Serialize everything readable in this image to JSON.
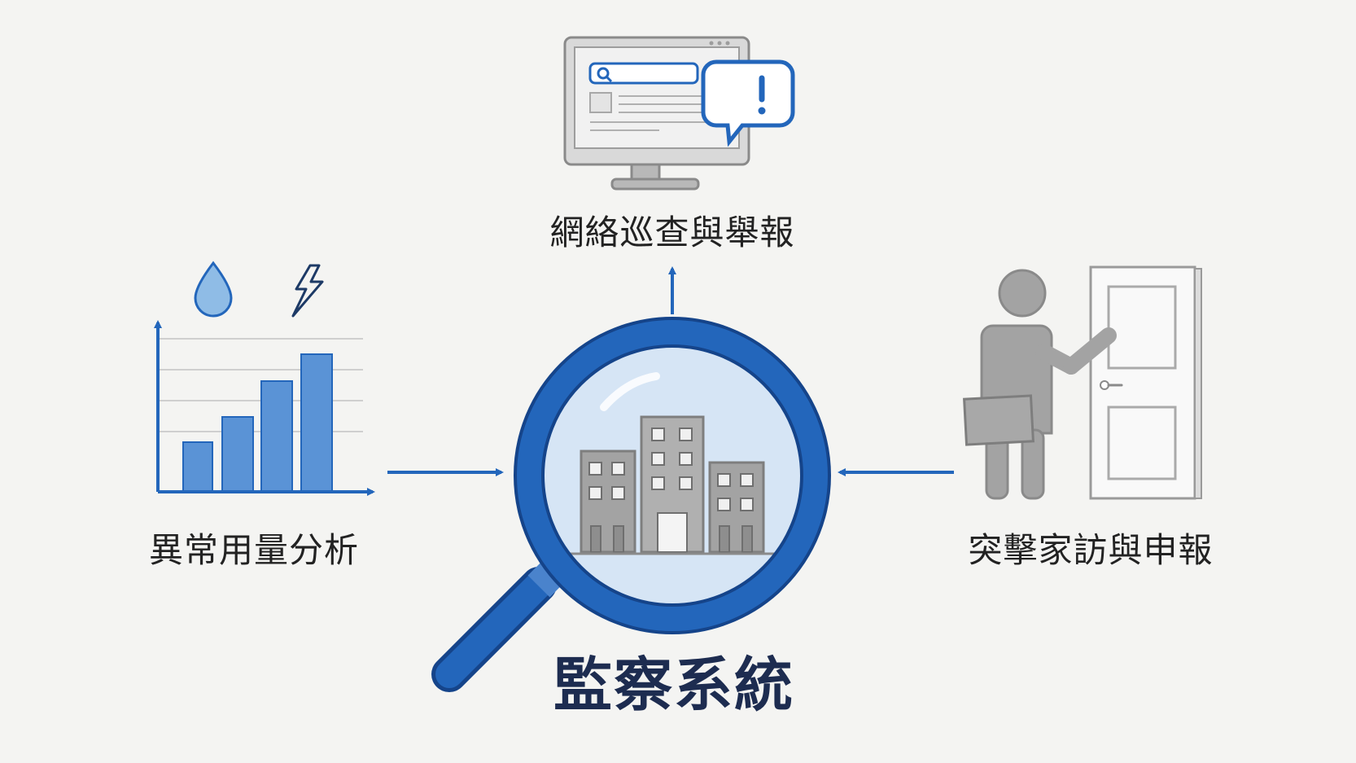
{
  "diagram": {
    "center_title": "監察系統",
    "nodes": {
      "top": {
        "label": "網絡巡查與舉報",
        "icon": "monitor-alert-icon"
      },
      "left": {
        "label": "異常用量分析",
        "icon": "bar-chart-icon"
      },
      "right": {
        "label": "突擊家訪與申報",
        "icon": "person-door-icon"
      }
    },
    "center_icon": "magnifier-buildings-icon",
    "colors": {
      "blue": "#2366bb",
      "light_blue": "#5a93d6",
      "grey": "#a3a3a3",
      "dark_grey": "#8a8a8a",
      "lens_fill": "#d6e5f5",
      "background": "#f4f4f2"
    }
  }
}
